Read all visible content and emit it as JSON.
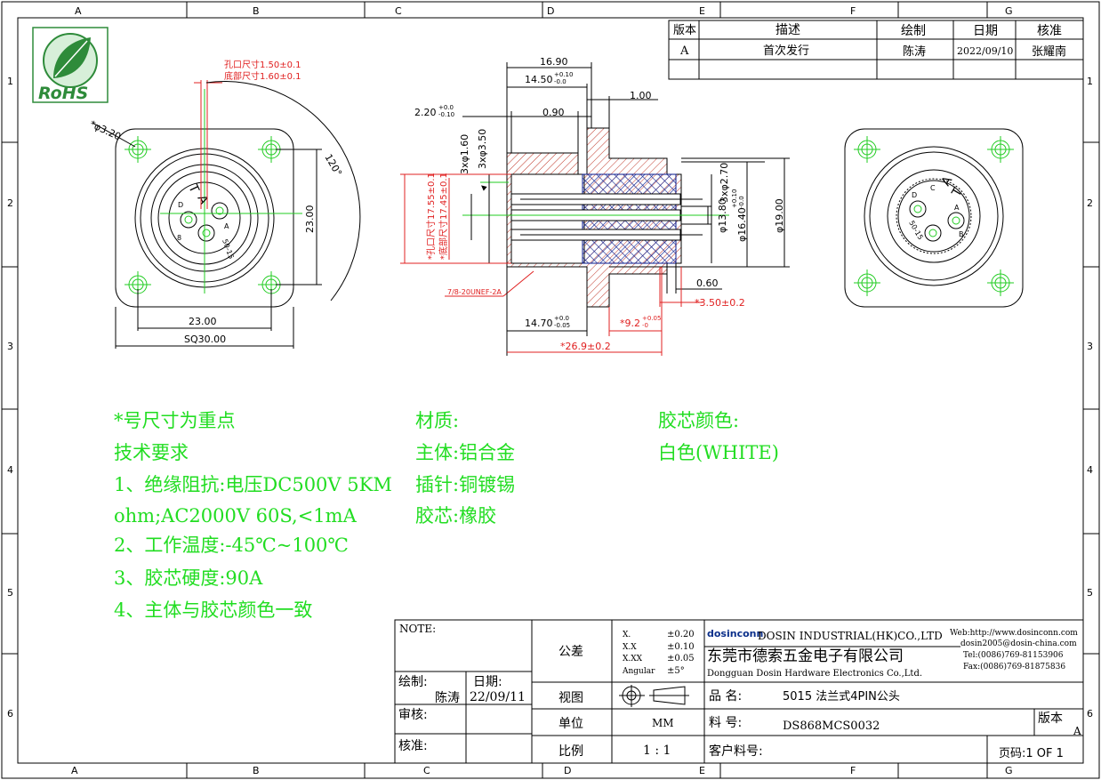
{
  "border": {
    "cols_top": [
      "A",
      "B",
      "C",
      "D",
      "E",
      "F",
      "G"
    ],
    "cols_bottom": [
      "A",
      "B",
      "C",
      "D",
      "E",
      "F",
      "G"
    ],
    "rows_left": [
      "1",
      "2",
      "3",
      "4",
      "5",
      "6"
    ],
    "rows_right": [
      "1",
      "2",
      "3",
      "4",
      "5",
      "6"
    ]
  },
  "logo": {
    "text": "RoHS"
  },
  "revision_table": {
    "headers": [
      "版本",
      "描述",
      "绘制",
      "日期",
      "核准"
    ],
    "row": [
      "A",
      "首次发行",
      "陈涛",
      "2022/09/10",
      "张耀南"
    ]
  },
  "front_view": {
    "hole_label": "孔口尺寸1.50±0.1",
    "bottom_label": "底部尺寸1.60±0.1",
    "mount_hole": "*φ3.20",
    "angle": "120°",
    "dim_23_v": "23.00",
    "dim_23_h": "23.00",
    "dim_sq": "SQ30.00",
    "pin_labels": [
      "A",
      "T",
      "8",
      "A",
      "D"
    ],
    "insert_text": "50-15"
  },
  "side_view": {
    "d_16_90": "16.90",
    "d_14_50": "14.50",
    "d_14_50_tol_up": "+0.10",
    "d_14_50_tol_dn": "-0.0",
    "d_1_00": "1.00",
    "d_2_20": "2.20",
    "d_2_20_tol_up": "+0.0",
    "d_2_20_tol_dn": "-0.10",
    "d_0_90": "0.90",
    "d_3x1_60": "3xφ1.60",
    "d_3x3_50": "3xφ3.50",
    "d_hole_17_55": "*孔口尺寸17.55±0.1",
    "d_bottom_17_45": "*底部尺寸17.45±0.1",
    "d_3x2_70": "3xφ2.70",
    "d_13_80": "φ13.80",
    "d_16_40": "φ16.40",
    "d_16_40_tol_up": "+0.10",
    "d_16_40_tol_dn": "-0.0",
    "d_19_00": "φ19.00",
    "d_0_60": "0.60",
    "d_3_50": "*3.50±0.2",
    "thread": "7/8-20UNEF-2A",
    "d_14_70": "14.70",
    "d_14_70_tol_up": "+0.0",
    "d_14_70_tol_dn": "-0.05",
    "d_9_2": "*9.2",
    "d_9_2_tol_up": "+0.05",
    "d_9_2_tol_dn": "-0",
    "d_26_9": "*26.9±0.2"
  },
  "rear_view": {
    "pin_labels": [
      "C",
      "D",
      "A",
      "B",
      "A",
      "T"
    ],
    "insert_text": "50-15"
  },
  "notes": {
    "col1": [
      "*号尺寸为重点",
      "技术要求",
      "1、绝缘阻抗:电压DC500V 5KM",
      "ohm;AC2000V 60S,<1mA",
      "2、工作温度:-45℃~100℃",
      "3、胶芯硬度:90A",
      "4、主体与胶芯颜色一致"
    ],
    "col2": [
      "材质:",
      "主体:铝合金",
      "插针:铜镀锡",
      "胶芯:橡胶"
    ],
    "col3": [
      "胶芯颜色:",
      "白色(WHITE)"
    ]
  },
  "title_block": {
    "note_label": "NOTE:",
    "drawn_label": "绘制:",
    "drawn_by": "陈涛",
    "date_label": "日期:",
    "date": "22/09/11",
    "review_label": "审核:",
    "approve_label": "核准:",
    "tolerance_label": "公差",
    "tol_x": "X.",
    "tol_x_val": "±0.20",
    "tol_xx": "X.X",
    "tol_xx_val": "±0.10",
    "tol_xxx": "X.XX",
    "tol_xxx_val": "±0.05",
    "tol_angle": "Angular",
    "tol_angle_val": "±5°",
    "view_label": "视图",
    "unit_label": "单位",
    "unit": "MM",
    "scale_label": "比例",
    "scale": "1 : 1",
    "brand": "dosinconn",
    "company_en": "DOSIN INDUSTRIAL(HK)CO.,LTD",
    "company_cn": "东莞市德索五金电子有限公司",
    "company_en2": "Dongguan Dosin Hardware Electronics Co.,Ltd.",
    "web": "Web:http://www.dosinconn.com",
    "email": "dosin2005@dosin-china.com",
    "tel": "Tel:(0086)769-81153906",
    "fax": "Fax:(0086)769-81875836",
    "product_label": "品 名:",
    "product": "5015 法兰式4PIN公头",
    "part_label": "料 号:",
    "part": "DS868MCS0032",
    "version_label": "版本",
    "version": "A",
    "customer_label": "客户料号:",
    "page": "页码:1 OF 1"
  },
  "colors": {
    "dim_red": "#e02020",
    "note_green": "#22dd22",
    "insert_blue": "#0a1a8c",
    "center_green": "#22cc22"
  }
}
